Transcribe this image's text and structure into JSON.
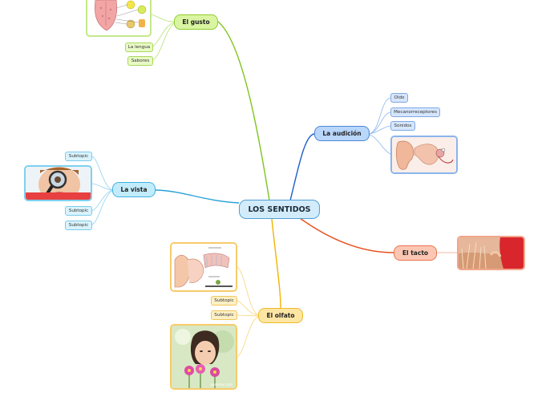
{
  "central": {
    "label": "LOS SENTIDOS"
  },
  "branches": {
    "gusto": {
      "label": "El gusto",
      "color": "#7fc41c",
      "subtopics": [
        "La lengua",
        "Sabores"
      ]
    },
    "audicion": {
      "label": "La audición",
      "color": "#1d5fc7",
      "subtopics": [
        "Oído",
        "Mecanorreceptores",
        "Sonidos"
      ]
    },
    "vista": {
      "label": "La vista",
      "color": "#25a0d8",
      "subtopics": [
        "Subtopic",
        "Subtopic",
        "Subtopic"
      ]
    },
    "tacto": {
      "label": "El tacto",
      "color": "#e84e1c"
    },
    "olfato": {
      "label": "El olfato",
      "color": "#f2b400",
      "subtopics": [
        "Subtopic",
        "Subtopic"
      ],
      "photo_caption": "aprentos.com"
    }
  }
}
